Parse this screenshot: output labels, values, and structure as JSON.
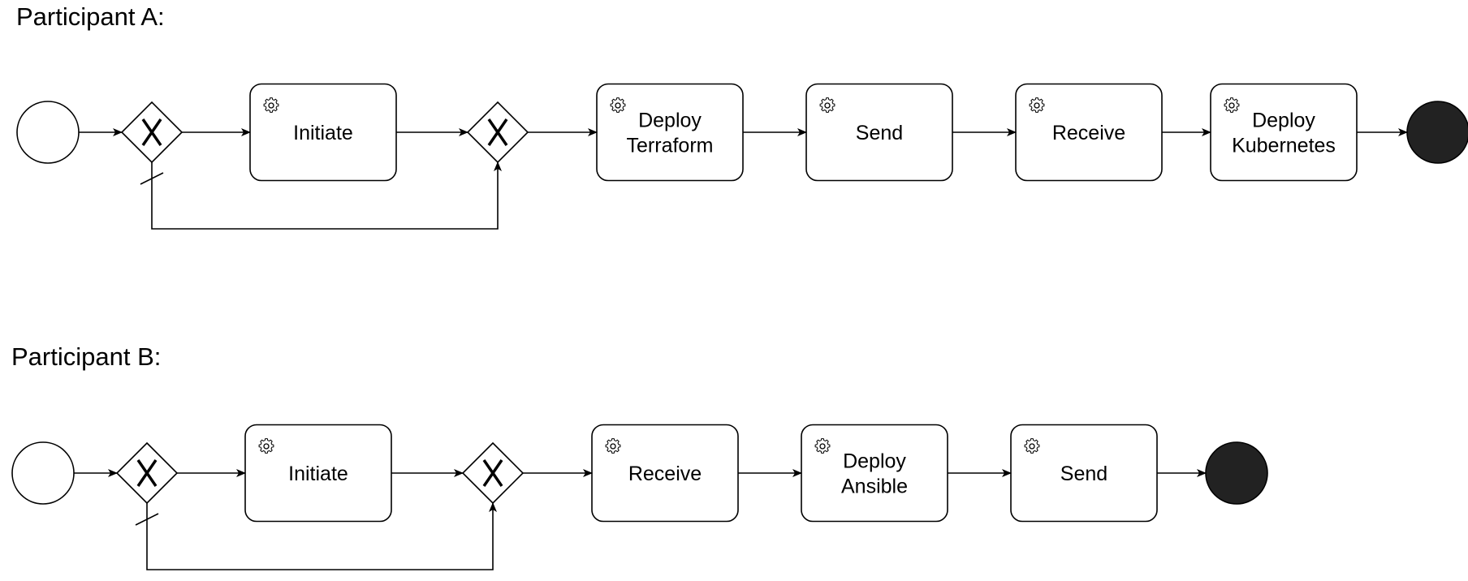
{
  "colors": {
    "line": "#000000",
    "end_event_fill": "#222222",
    "background": "#ffffff"
  },
  "lanes": [
    {
      "title": "Participant A:",
      "tasks": [
        {
          "lines": [
            "Initiate"
          ],
          "icon": "gear-icon"
        },
        {
          "lines": [
            "Deploy",
            "Terraform"
          ],
          "icon": "gear-icon"
        },
        {
          "lines": [
            "Send"
          ],
          "icon": "gear-icon"
        },
        {
          "lines": [
            "Receive"
          ],
          "icon": "gear-icon"
        },
        {
          "lines": [
            "Deploy",
            "Kubernetes"
          ],
          "icon": "gear-icon"
        }
      ]
    },
    {
      "title": "Participant B:",
      "tasks": [
        {
          "lines": [
            "Initiate"
          ],
          "icon": "gear-icon"
        },
        {
          "lines": [
            "Receive"
          ],
          "icon": "gear-icon"
        },
        {
          "lines": [
            "Deploy",
            "Ansible"
          ],
          "icon": "gear-icon"
        },
        {
          "lines": [
            "Send"
          ],
          "icon": "gear-icon"
        }
      ]
    }
  ]
}
